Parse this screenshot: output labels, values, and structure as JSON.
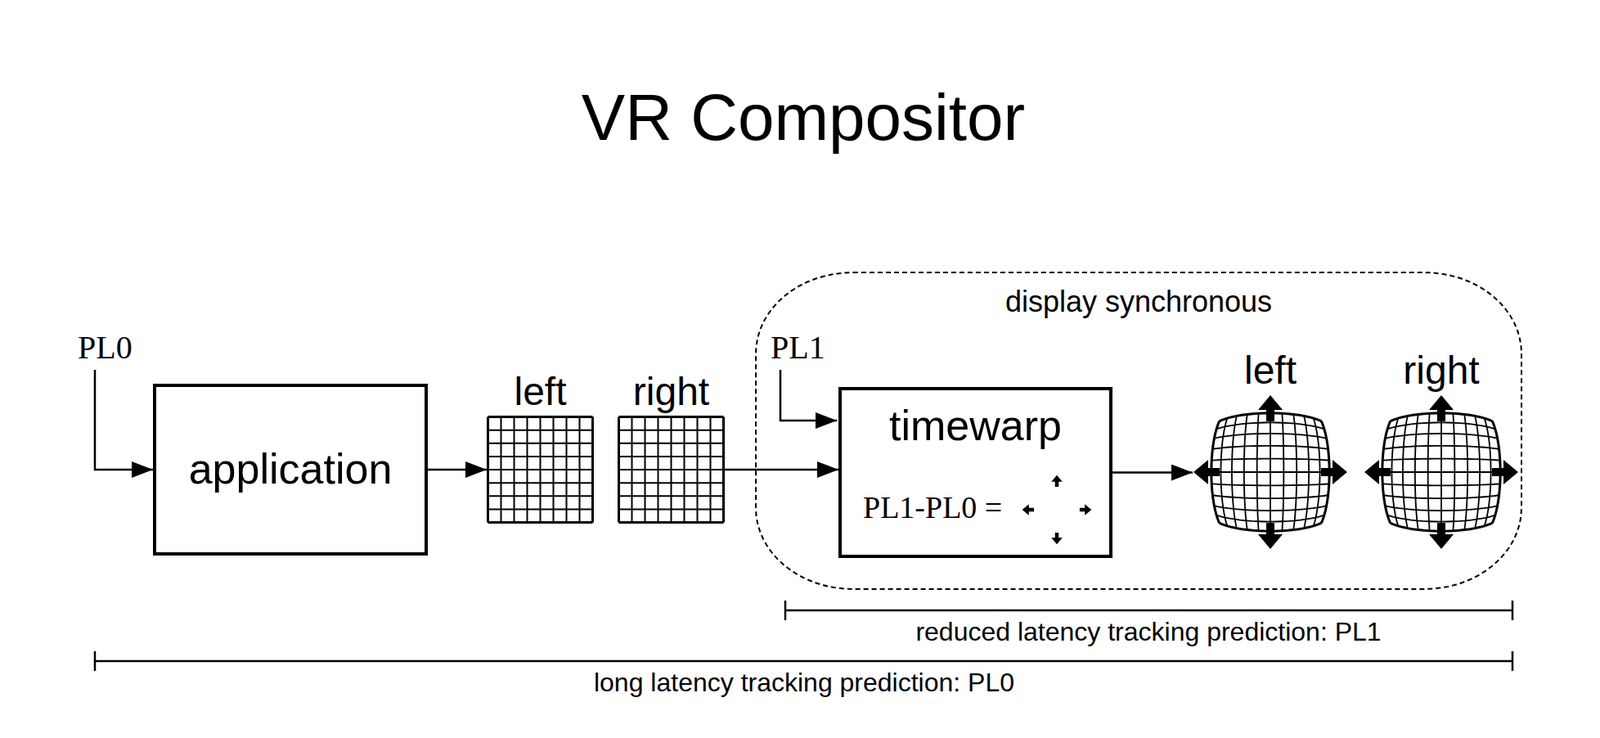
{
  "diagram": {
    "title": "VR Compositor",
    "nodes": [
      {
        "text": [
          "application"
        ]
      },
      {
        "text": [
          "left"
        ]
      },
      {
        "text": [
          "right"
        ]
      },
      {
        "text": [
          "display synchronous"
        ]
      },
      {
        "text": [
          "timewarp",
          "PL1-PL0 ="
        ],
        "in": 3
      },
      {
        "text": [
          "left"
        ],
        "in": 3
      },
      {
        "text": [
          "right"
        ],
        "in": 3
      }
    ],
    "edges": [
      {
        "from": 0,
        "to": 1,
        "arrow": "to"
      },
      {
        "from": 2,
        "to": 4,
        "arrow": "to"
      },
      {
        "from": 4,
        "to": 5,
        "arrow": "to"
      }
    ],
    "labels": [
      "PL0",
      "PL1",
      "reduced latency tracking prediction: PL1",
      "long latency tracking prediction: PL0"
    ]
  }
}
